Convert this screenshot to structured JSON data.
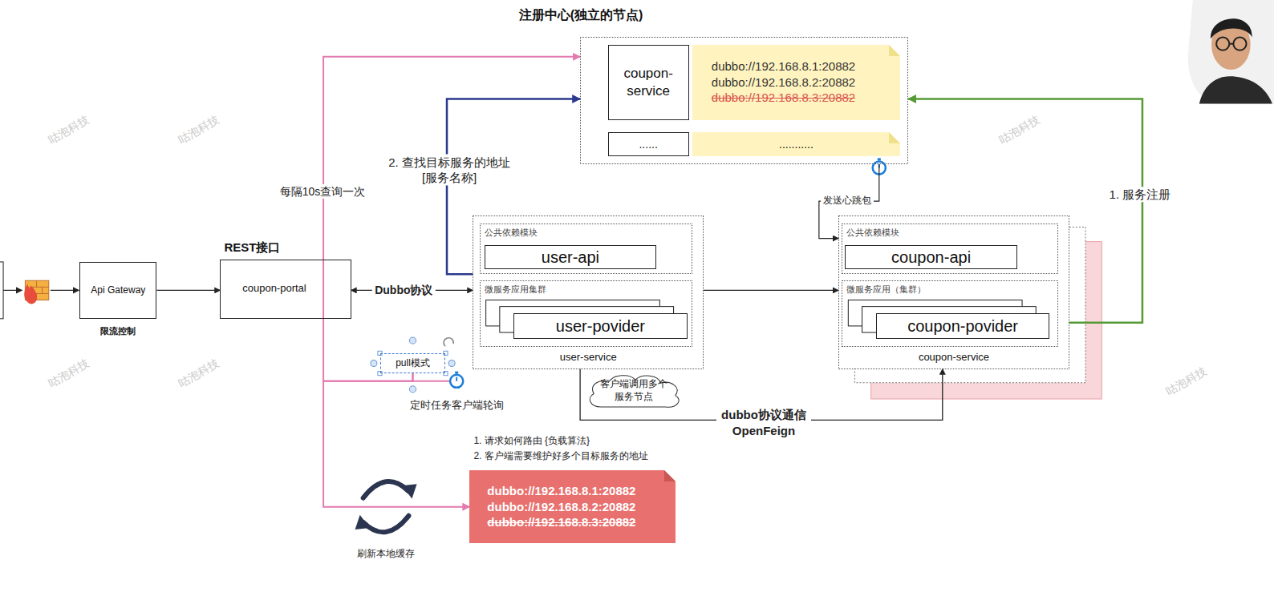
{
  "diagram": {
    "nodes": [
      {
        "text": [
          "注册中心(独立的节点)"
        ]
      },
      {
        "text": [
          "coupon-service"
        ],
        "in": 0
      },
      {
        "text": [
          "dubbo://192.168.8.1:20882",
          "dubbo://192.168.8.2:20882",
          "dubbo://192.168.8.3:20882"
        ],
        "in": 0
      },
      {
        "text": [
          "......"
        ],
        "in": 0
      },
      {
        "text": [
          "..........."
        ],
        "in": 0
      },
      {
        "text": [
          "Api Gateway",
          "限流控制"
        ]
      },
      {
        "text": [
          "REST接口",
          "coupon-portal"
        ]
      },
      {
        "text": [
          "user-service"
        ]
      },
      {
        "text": [
          "公共依赖模块"
        ],
        "in": 7
      },
      {
        "text": [
          "user-api"
        ],
        "in": 8
      },
      {
        "text": [
          "微服务应用集群"
        ],
        "in": 7
      },
      {
        "text": [
          "user-povider"
        ],
        "in": 10
      },
      {
        "text": [
          "coupon-service"
        ]
      },
      {
        "text": [
          "公共依赖模块"
        ],
        "in": 12
      },
      {
        "text": [
          "coupon-api"
        ],
        "in": 13
      },
      {
        "text": [
          "微服务应用（集群）"
        ],
        "in": 12
      },
      {
        "text": [
          "coupon-povider"
        ],
        "in": 15
      },
      {
        "text": [
          "pull模式"
        ]
      },
      {
        "text": [
          "客户端调用多个服务节点"
        ]
      },
      {
        "text": [
          "dubbo://192.168.8.1:20882",
          "dubbo://192.168.8.2:20882",
          "dubbo://192.168.8.3:20882"
        ]
      }
    ],
    "edges": [
      {
        "from": 5,
        "to": 6,
        "arrow": "to"
      },
      {
        "from": 6,
        "to": 7,
        "label": "Dubbo协议",
        "arrow": "both"
      },
      {
        "from": 7,
        "to": 12,
        "arrow": "to"
      },
      {
        "from": 12,
        "to": 0,
        "label": "1. 服务注册",
        "arrow": "to"
      },
      {
        "from": 7,
        "to": 0,
        "label": "2. 查找目标服务的地址 [服务名称]",
        "arrow": "to"
      },
      {
        "from": 17,
        "to": 0,
        "label": "每隔10s查询一次",
        "arrow": "to"
      },
      {
        "from": 17,
        "to": 19,
        "arrow": "to"
      },
      {
        "from": 0,
        "to": 12,
        "label": "发送心跳包",
        "arrow": "to"
      },
      {
        "from": 7,
        "to": 12,
        "label": "dubbo协议通信 OpenFeign",
        "arrow": "to"
      }
    ],
    "labels": [
      "定时任务客户端轮询",
      "1. 请求如何路由 {负载算法}",
      "2. 客户端需要维护好多个目标服务的地址",
      "刷新本地缓存",
      "咕泡科技",
      "咕泡科技",
      "咕泡科技",
      "咕泡科技",
      "咕泡科技",
      "咕泡科技"
    ]
  }
}
